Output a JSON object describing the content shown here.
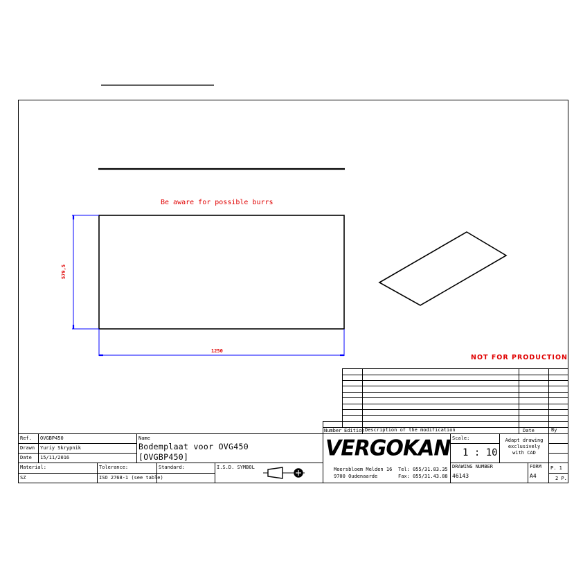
{
  "drawing": {
    "warning_note": "Be aware for possible burrs",
    "production_stamp": "NOT FOR PRODUCTION",
    "dimensions": {
      "width": "1250",
      "height": "579,5"
    },
    "colors": {
      "annotation_red": "#e00000",
      "dimension_blue": "#0000ff",
      "line_black": "#000000"
    }
  },
  "revision_table": {
    "headers": {
      "number": "Number",
      "edition": "Edition",
      "description": "Description of the modification",
      "date": "Date",
      "by": "By"
    },
    "rows": 10
  },
  "title_block": {
    "ref_label": "Ref.",
    "ref_value": "OVGBP450",
    "drawn_label": "Drawn",
    "drawn_value": "Yuriy Skrypnik",
    "date_label": "Date",
    "date_value": "15/11/2016",
    "name_label": "Name",
    "name_line1": "Bodemplaat voor OVG450",
    "name_line2": "[OVGBP450]",
    "material_label": "Material:",
    "material_value": "SZ",
    "tolerance_label": "Tolerance:",
    "tolerance_value": "ISO 2768-1 (see table)",
    "standard_label": "Standard:",
    "standard_value": "",
    "isd_label": "I.S.D. SYMBOL",
    "company": {
      "logo": "VERGOKAN",
      "address_line1": "Meersbloem Melden 16",
      "address_line2": "9700 Oudenaarde",
      "tel": "Tel: 055/31.83.35",
      "fax": "Fax: 055/31.43.88"
    },
    "scale_label": "Scale:",
    "scale_value": "1 : 10",
    "cad_note": "Adapt drawing exclusively with CAD",
    "drawing_number_label": "DRAWING NUMBER",
    "drawing_number_value": "46143",
    "form_label": "FORM",
    "form_value": "A4",
    "page_current": "P. 1",
    "page_total": "2 P."
  }
}
